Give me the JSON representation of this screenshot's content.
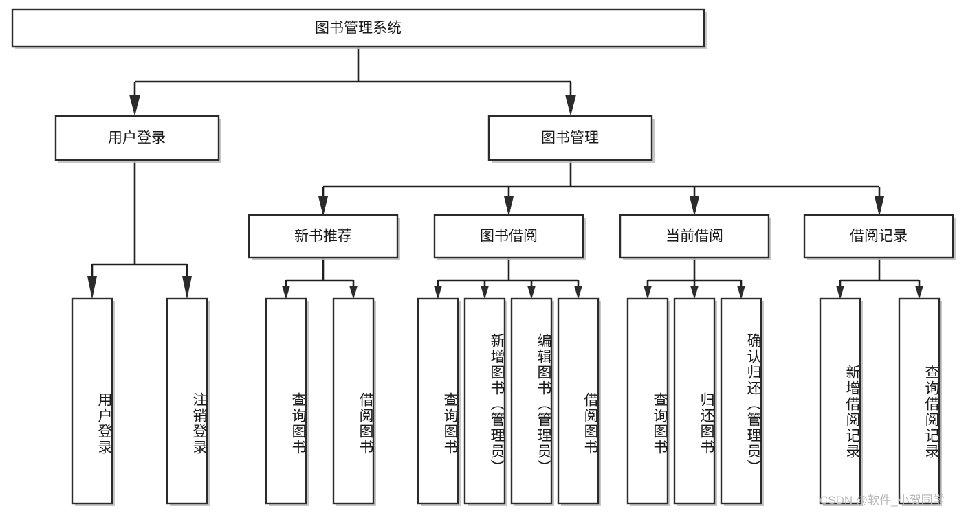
{
  "diagram": {
    "title": "图书管理系统",
    "type": "tree",
    "background_color": "#ffffff",
    "box_fill": "#ffffff",
    "box_stroke": "#2b2b2b",
    "connector_color": "#1f1f1f",
    "text_color": "#1a1a1a",
    "root": {
      "id": "root",
      "label": "图书管理系统",
      "orientation": "horizontal"
    },
    "level2": [
      {
        "id": "user-login",
        "label": "用户登录",
        "orientation": "horizontal"
      },
      {
        "id": "book-manage",
        "label": "图书管理",
        "orientation": "horizontal"
      }
    ],
    "level3": [
      {
        "id": "new-book-recommend",
        "label": "新书推荐",
        "orientation": "horizontal",
        "parent": "book-manage"
      },
      {
        "id": "book-borrow",
        "label": "图书借阅",
        "orientation": "horizontal",
        "parent": "book-manage"
      },
      {
        "id": "current-borrow",
        "label": "当前借阅",
        "orientation": "horizontal",
        "parent": "book-manage"
      },
      {
        "id": "borrow-record",
        "label": "借阅记录",
        "orientation": "horizontal",
        "parent": "book-manage"
      }
    ],
    "leaves": [
      {
        "id": "leaf-user-login",
        "label": "用户登录",
        "orientation": "vertical",
        "parent": "user-login"
      },
      {
        "id": "leaf-logout-login",
        "label": "注销登录",
        "orientation": "vertical",
        "parent": "user-login"
      },
      {
        "id": "leaf-query-book-1",
        "label": "查询图书",
        "orientation": "vertical",
        "parent": "new-book-recommend"
      },
      {
        "id": "leaf-borrow-book-1",
        "label": "借阅图书",
        "orientation": "vertical",
        "parent": "new-book-recommend"
      },
      {
        "id": "leaf-query-book-2",
        "label": "查询图书",
        "orientation": "vertical",
        "parent": "book-borrow"
      },
      {
        "id": "leaf-add-book",
        "label": "新增图书（管理员）",
        "orientation": "vertical",
        "parent": "book-borrow"
      },
      {
        "id": "leaf-edit-book",
        "label": "编辑图书（管理员）",
        "orientation": "vertical",
        "parent": "book-borrow"
      },
      {
        "id": "leaf-borrow-book-2",
        "label": "借阅图书",
        "orientation": "vertical",
        "parent": "book-borrow"
      },
      {
        "id": "leaf-query-book-3",
        "label": "查询图书",
        "orientation": "vertical",
        "parent": "current-borrow"
      },
      {
        "id": "leaf-return-book",
        "label": "归还图书",
        "orientation": "vertical",
        "parent": "current-borrow"
      },
      {
        "id": "leaf-confirm-return",
        "label": "确认归还（管理员）",
        "orientation": "vertical",
        "parent": "current-borrow"
      },
      {
        "id": "leaf-add-record",
        "label": "新增借阅记录",
        "orientation": "vertical",
        "parent": "borrow-record"
      },
      {
        "id": "leaf-query-record",
        "label": "查询借阅记录",
        "orientation": "vertical",
        "parent": "borrow-record"
      }
    ]
  },
  "watermark": {
    "text": "CSDN @软件_小贺同学",
    "color": "#b9b9b9"
  }
}
